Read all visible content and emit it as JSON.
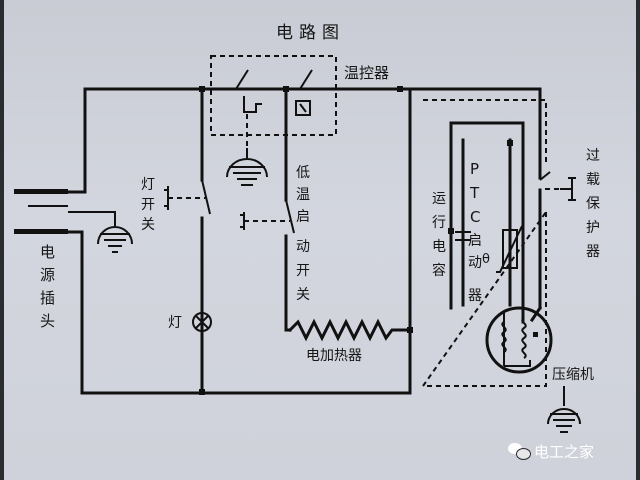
{
  "diagram": {
    "title": "电路图",
    "labels": {
      "thermostat": "温控器",
      "lamp_switch": [
        "灯",
        "开",
        "关"
      ],
      "low_temp_start_switch": [
        "低",
        "温",
        "启",
        "动",
        "开",
        "关"
      ],
      "lamp": "灯",
      "heater": "电加热器",
      "run_capacitor": [
        "运",
        "行",
        "电",
        "容"
      ],
      "ptc_starter": [
        "P",
        "T",
        "C",
        "启",
        "动",
        "器"
      ],
      "ptc_symbol": "θ",
      "overload_protector": [
        "过",
        "载",
        "保",
        "护",
        "器"
      ],
      "power_plug": [
        "电",
        "源",
        "插",
        "头"
      ],
      "compressor": "压缩机"
    }
  },
  "watermark": {
    "text": "电工之家",
    "icon": "wechat-icon"
  }
}
